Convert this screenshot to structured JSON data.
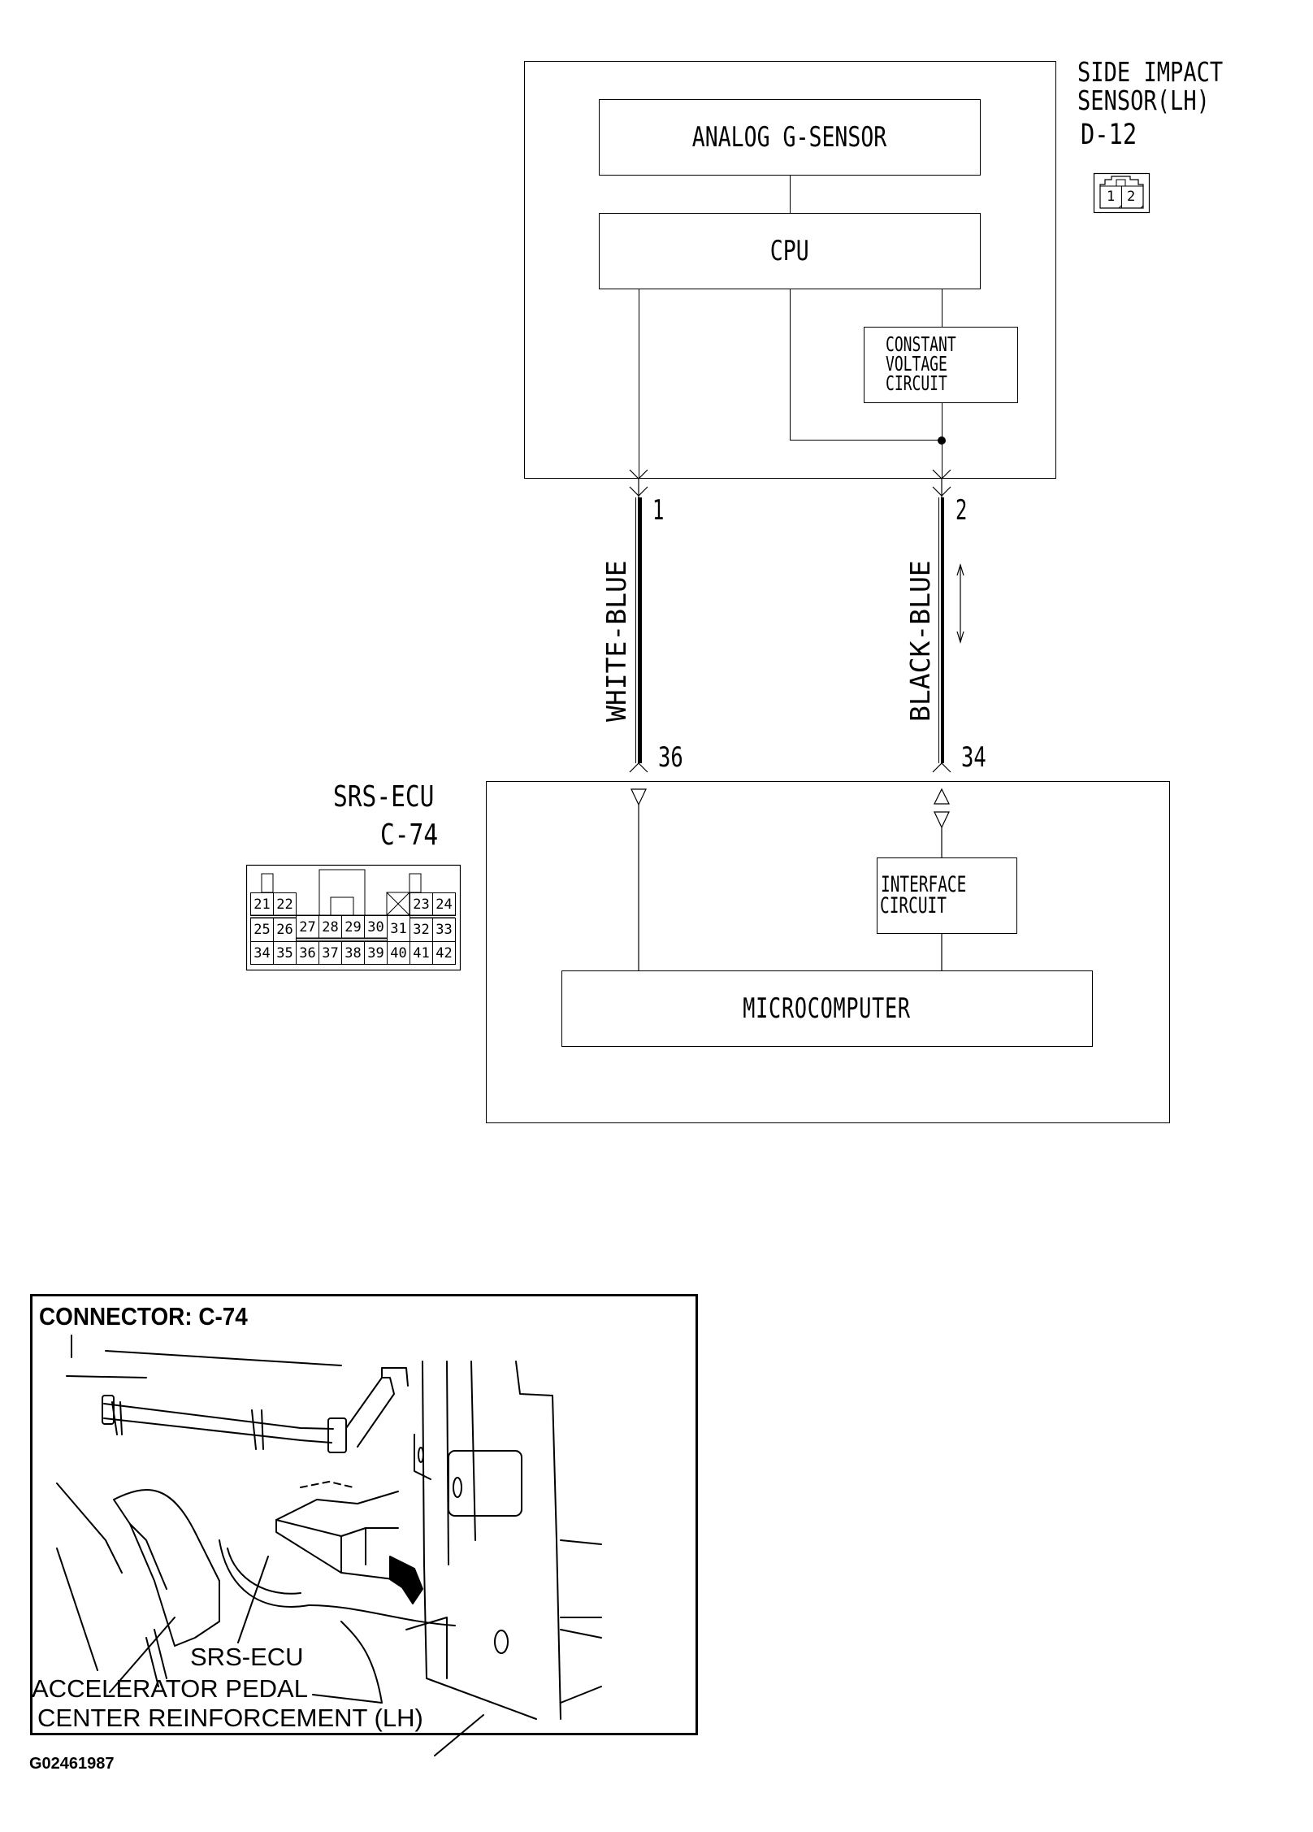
{
  "sensor": {
    "title_line1": "SIDE IMPACT",
    "title_line2": "SENSOR(LH)",
    "connector_id": "D-12",
    "connector_pins": [
      "1",
      "2"
    ],
    "blocks": {
      "g_sensor": "ANALOG G-SENSOR",
      "cpu": "CPU",
      "constant_voltage_line1": "CONSTANT",
      "constant_voltage_line2": "VOLTAGE",
      "constant_voltage_line3": "CIRCUIT"
    }
  },
  "wires": [
    {
      "color": "WHITE-BLUE",
      "sensor_pin": "1",
      "ecu_pin": "36"
    },
    {
      "color": "BLACK-BLUE",
      "sensor_pin": "2",
      "ecu_pin": "34"
    }
  ],
  "ecu": {
    "title": "SRS-ECU",
    "connector_id": "C-74",
    "blocks": {
      "interface_line1": "INTERFACE",
      "interface_line2": "CIRCUIT",
      "microcomputer": "MICROCOMPUTER"
    },
    "connector_pins": {
      "row1": [
        "21",
        "22",
        "23",
        "24"
      ],
      "row2": [
        "25",
        "26",
        "27",
        "28",
        "29",
        "30",
        "31",
        "32",
        "33"
      ],
      "row3": [
        "34",
        "35",
        "36",
        "37",
        "38",
        "39",
        "40",
        "41",
        "42"
      ]
    }
  },
  "location_figure": {
    "title": "CONNECTOR: C-74",
    "callouts": {
      "srs_ecu": "SRS-ECU",
      "accelerator_pedal": "ACCELERATOR PEDAL",
      "center_reinforcement": "CENTER REINFORCEMENT (LH)"
    }
  },
  "figure_id": "G02461987"
}
